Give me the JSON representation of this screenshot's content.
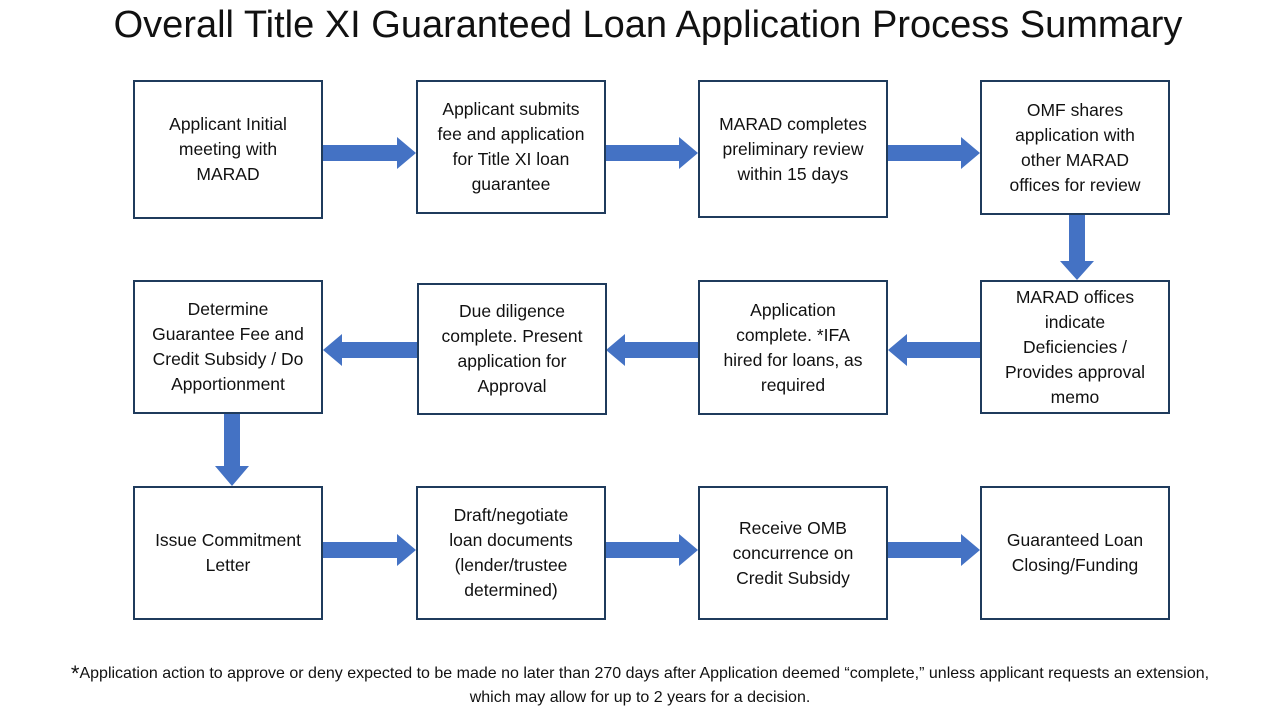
{
  "title": "Overall Title XI Guaranteed Loan Application Process Summary",
  "accent_color": "#4472c4",
  "box_border_color": "#1f3b5c",
  "steps": [
    {
      "label": "Applicant Initial\nmeeting with\nMARAD"
    },
    {
      "label": "Applicant submits\nfee and application\nfor Title XI loan\nguarantee"
    },
    {
      "label": "MARAD completes\npreliminary review\nwithin 15 days"
    },
    {
      "label": "OMF shares\napplication with\nother MARAD\noffices for review"
    },
    {
      "label": "MARAD offices\nindicate\nDeficiencies /\nProvides approval\nmemo"
    },
    {
      "label": "Application\ncomplete. *IFA\nhired for loans, as\nrequired"
    },
    {
      "label": "Due diligence\ncomplete. Present\napplication for\nApproval"
    },
    {
      "label": "Determine\nGuarantee Fee and\nCredit Subsidy / Do\nApportionment"
    },
    {
      "label": "Issue Commitment\nLetter"
    },
    {
      "label": "Draft/negotiate\nloan documents\n(lender/trustee\ndetermined)"
    },
    {
      "label": "Receive OMB\nconcurrence on\nCredit Subsidy"
    },
    {
      "label": "Guaranteed Loan\nClosing/Funding"
    }
  ],
  "footnote": {
    "star": "*",
    "line1": "Application action to approve or deny expected to be made no later than 270 days after Application deemed “complete,” unless applicant requests an extension,",
    "line2": "which may allow for up to 2 years for a decision."
  }
}
